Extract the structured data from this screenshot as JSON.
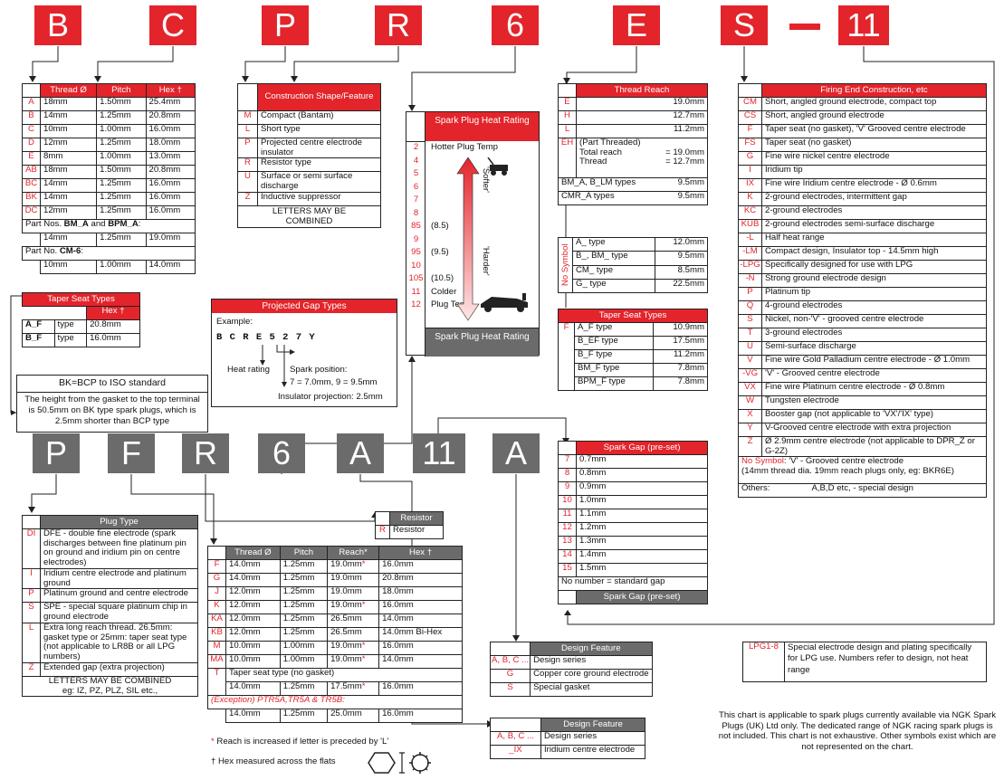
{
  "top_letters": [
    "B",
    "C",
    "P",
    "R",
    "6",
    "E",
    "S",
    "11"
  ],
  "bottom_letters": [
    "P",
    "F",
    "R",
    "6",
    "A",
    "11",
    "A"
  ],
  "thread_table": {
    "headers": [
      "Thread Ø",
      "Pitch",
      "Hex †"
    ],
    "rows": [
      [
        "A",
        "18mm",
        "1.50mm",
        "25.4mm"
      ],
      [
        "B",
        "14mm",
        "1.25mm",
        "20.8mm"
      ],
      [
        "C",
        "10mm",
        "1.00mm",
        "16.0mm"
      ],
      [
        "D",
        "12mm",
        "1.25mm",
        "18.0mm"
      ],
      [
        "E",
        "8mm",
        "1.00mm",
        "13.0mm"
      ],
      [
        "AB",
        "18mm",
        "1.50mm",
        "20.8mm"
      ],
      [
        "BC",
        "14mm",
        "1.25mm",
        "16.0mm"
      ],
      [
        "BK",
        "14mm",
        "1.25mm",
        "16.0mm"
      ],
      [
        "DC",
        "12mm",
        "1.25mm",
        "16.0mm"
      ]
    ],
    "part1_pre": "Part Nos. ",
    "part1_a": "BM_A",
    "part1_mid": " and ",
    "part1_b": "BPM_A",
    "part1_post": ":",
    "part1_row": [
      "14mm",
      "1.25mm",
      "19.0mm"
    ],
    "part2_pre": "Part No. ",
    "part2_a": "CM-6",
    "part2_post": ":",
    "part2_row": [
      "10mm",
      "1.00mm",
      "14.0mm"
    ]
  },
  "taper_seat_1": {
    "title": "Taper Seat Types",
    "hex": "Hex †",
    "rows": [
      [
        "A_F",
        "type",
        "20.8mm"
      ],
      [
        "B_F",
        "type",
        "16.0mm"
      ]
    ]
  },
  "bk_note": {
    "title": "BK=BCP to ISO standard",
    "text": "The height from the gasket to the top terminal is 50.5mm on BK type spark plugs, which is 2.5mm shorter than BCP type"
  },
  "construction": {
    "title": "Construction Shape/Feature",
    "rows": [
      [
        "M",
        "Compact (Bantam)"
      ],
      [
        "L",
        "Short type"
      ],
      [
        "P",
        "Projected centre electrode insulator"
      ],
      [
        "R",
        "Resistor type"
      ],
      [
        "U",
        "Surface or semi surface discharge"
      ],
      [
        "Z",
        "Inductive suppressor"
      ]
    ],
    "footer": "LETTERS MAY BE COMBINED"
  },
  "projected_gap": {
    "title": "Projected Gap Types",
    "example": "Example:",
    "code": [
      "B",
      "C",
      "R",
      "E",
      "5",
      "2",
      "7",
      "Y"
    ],
    "heat": "Heat rating",
    "spark_label": "Spark position:",
    "spark_values": "7 = 7.0mm, 9 = 9.5mm",
    "insulator": "Insulator projection: 2.5mm"
  },
  "heat_rating": {
    "title": "Spark Plug Heat Rating",
    "rows": [
      [
        "2",
        "Hotter Plug Temp"
      ],
      [
        "4",
        ""
      ],
      [
        "5",
        ""
      ],
      [
        "6",
        ""
      ],
      [
        "7",
        ""
      ],
      [
        "8",
        ""
      ],
      [
        "85",
        "(8.5)"
      ],
      [
        "9",
        ""
      ],
      [
        "95",
        "(9.5)"
      ],
      [
        "10",
        ""
      ],
      [
        "105",
        "(10.5)"
      ],
      [
        "11",
        "Colder"
      ],
      [
        "12",
        "Plug Temp."
      ]
    ],
    "softer": "'Softer'",
    "harder": "'Harder'",
    "footer": "Spark Plug Heat Rating"
  },
  "thread_reach": {
    "title": "Thread Reach",
    "rows": [
      [
        "E",
        "19.0mm"
      ],
      [
        "H",
        "12.7mm"
      ],
      [
        "L",
        "11.2mm"
      ]
    ],
    "eh_code": "EH",
    "eh_lines": [
      "(Part Threaded)",
      "Total reach",
      "Thread"
    ],
    "eh_vals": [
      "= 19.0mm",
      "= 12.7mm"
    ],
    "types": [
      [
        "BM_A, B_LM types",
        "9.5mm"
      ],
      [
        "CMR_A types",
        "9.5mm"
      ]
    ],
    "nosym_label": "No Symbol",
    "nosym": [
      [
        "A_ type",
        "12.0mm"
      ],
      [
        "B_, BM_ type",
        "9.5mm"
      ],
      [
        "CM_ type",
        "8.5mm"
      ],
      [
        "G_ type",
        "22.5mm"
      ]
    ]
  },
  "taper_seat_2": {
    "title": "Taper Seat Types",
    "code": "F",
    "rows": [
      [
        "A_F type",
        "10.9mm"
      ],
      [
        "B_EF type",
        "17.5mm"
      ],
      [
        "B_F type",
        "11.2mm"
      ],
      [
        "BM_F type",
        "7.8mm"
      ],
      [
        "BPM_F type",
        "7.8mm"
      ]
    ]
  },
  "firing_end": {
    "title": "Firing End Construction, etc",
    "rows": [
      [
        "CM",
        "Short, angled ground electrode, compact top"
      ],
      [
        "CS",
        "Short, angled ground electrode"
      ],
      [
        "F",
        "Taper seat (no gasket), 'V' Grooved centre electrode"
      ],
      [
        "FS",
        "Taper seat (no gasket)"
      ],
      [
        "G",
        "Fine wire nickel centre electrode"
      ],
      [
        "I",
        "Iridium tip"
      ],
      [
        "IX",
        "Fine wire Iridium centre electrode - Ø 0.6mm"
      ],
      [
        "K",
        "2-ground electrodes, intermittent gap"
      ],
      [
        "KC",
        "2-ground electrodes"
      ],
      [
        "KUB",
        "2-ground electrodes semi-surface discharge"
      ],
      [
        "-L",
        "Half heat range"
      ],
      [
        "-LM",
        "Compact design, Insulator top - 14.5mm high"
      ],
      [
        "-LPG",
        "Specifically designed for use with LPG"
      ],
      [
        "-N",
        "Strong ground electrode design"
      ],
      [
        "P",
        "Platinum tip"
      ],
      [
        "Q",
        "4-ground electrodes"
      ],
      [
        "S",
        "Nickel, non-'V' - grooved centre electrode"
      ],
      [
        "T",
        "3-ground electrodes"
      ],
      [
        "U",
        "Semi-surface discharge"
      ],
      [
        "V",
        "Fine wire Gold Palladium centre electrode - Ø 1.0mm"
      ],
      [
        "-VG",
        "'V' - Grooved centre electrode"
      ],
      [
        "VX",
        "Fine wire Platinum centre electrode - Ø 0.8mm"
      ],
      [
        "W",
        "Tungsten electrode"
      ],
      [
        "X",
        "Booster gap (not applicable to 'VX'/'IX' type)"
      ],
      [
        "Y",
        "V-Grooved centre electrode with extra projection"
      ],
      [
        "Z",
        "Ø 2.9mm centre electrode (not applicable to DPR_Z or G-2Z)"
      ]
    ],
    "nosym_red": "No Symbol",
    "nosym_text": ": 'V' - Grooved centre electrode",
    "nosym_text2": "(14mm thread dia. 19mm reach plugs only, eg: BKR6E)",
    "others_label": "Others:",
    "others_text": "A,B,D etc, - special design"
  },
  "spark_gap": {
    "title": "Spark Gap (pre-set)",
    "rows": [
      [
        "7",
        "0.7mm"
      ],
      [
        "8",
        "0.8mm"
      ],
      [
        "9",
        "0.9mm"
      ],
      [
        "10",
        "1.0mm"
      ],
      [
        "11",
        "1.1mm"
      ],
      [
        "12",
        "1.2mm"
      ],
      [
        "13",
        "1.3mm"
      ],
      [
        "14",
        "1.4mm"
      ],
      [
        "15",
        "1.5mm"
      ]
    ],
    "nonumber": "No number = standard gap",
    "footer": "Spark Gap (pre-set)"
  },
  "plug_type": {
    "title": "Plug Type",
    "rows": [
      [
        "DI",
        "DFE - double fine electrode (spark discharges between fine platinum pin on ground and iridium pin on centre electrodes)"
      ],
      [
        "I",
        "Iridium centre electrode and platinum ground"
      ],
      [
        "P",
        "Platinum ground and centre electrode"
      ],
      [
        "S",
        "SPE - special square platinum chip in ground electrode"
      ],
      [
        "L",
        "Extra long reach thread. 26.5mm: gasket type or 25mm: taper seat type (not applicable to LR8B or all LPG numbers)"
      ],
      [
        "Z",
        "Extended gap (extra projection)"
      ]
    ],
    "footer1": "LETTERS MAY BE COMBINED",
    "footer2": "eg: IZ, PZ, PLZ, SIL etc.,"
  },
  "resistor": {
    "title": "Resistor",
    "code": "R",
    "label": "Resistor"
  },
  "thread_table_2": {
    "headers": [
      "Thread Ø",
      "Pitch",
      "Reach*",
      "Hex †"
    ],
    "rows": [
      [
        "F",
        "14.0mm",
        "1.25mm",
        "19.0mm",
        "*",
        "16.0mm"
      ],
      [
        "G",
        "14.0mm",
        "1.25mm",
        "19.0mm",
        "",
        "20.8mm"
      ],
      [
        "J",
        "12.0mm",
        "1.25mm",
        "19.0mm",
        "",
        "18.0mm"
      ],
      [
        "K",
        "12.0mm",
        "1.25mm",
        "19.0mm",
        "*",
        "16.0mm"
      ],
      [
        "KA",
        "12.0mm",
        "1.25mm",
        "26.5mm",
        "",
        "14.0mm"
      ],
      [
        "KB",
        "12.0mm",
        "1.25mm",
        "26.5mm",
        "",
        "14.0mm Bi-Hex"
      ],
      [
        "M",
        "10.0mm",
        "1.00mm",
        "19.0mm",
        "*",
        "16.0mm"
      ],
      [
        "MA",
        "10.0mm",
        "1.00mm",
        "19.0mm",
        "*",
        "14.0mm"
      ]
    ],
    "t_code": "T",
    "t_label": "Taper seat type (no gasket)",
    "t_row": [
      "14.0mm",
      "1.25mm",
      "17.5mm",
      "*",
      "16.0mm"
    ],
    "exception": "(Exception) PTR5A,TR5A & TR5B:",
    "exc_row": [
      "14.0mm",
      "1.25mm",
      "25.0mm",
      "",
      "16.0mm"
    ]
  },
  "reach_note_star": "*",
  "reach_note": " Reach is increased if letter is preceded by 'L'",
  "hex_note": "† Hex measured across the flats",
  "design_1": {
    "title": "Design Feature",
    "rows": [
      [
        "A, B, C ...",
        "Design series"
      ],
      [
        "G",
        "Copper core ground electrode"
      ],
      [
        "S",
        "Special gasket"
      ]
    ]
  },
  "design_2": {
    "title": "Design Feature",
    "rows": [
      [
        "A, B, C ...",
        "Design series"
      ],
      [
        "_IX",
        "Iridium centre electrode"
      ]
    ]
  },
  "lpg": {
    "code": "LPG1-8",
    "text": "Special electrode design and plating specifically for LPG use. Numbers refer to design, not heat range"
  },
  "disclaimer": "This chart is applicable to spark plugs currently available via NGK Spark Plugs (UK) Ltd only. The dedicated range of NGK racing spark plugs is not included. This chart is not exhaustive. Other symbols exist which are not represented on the chart."
}
